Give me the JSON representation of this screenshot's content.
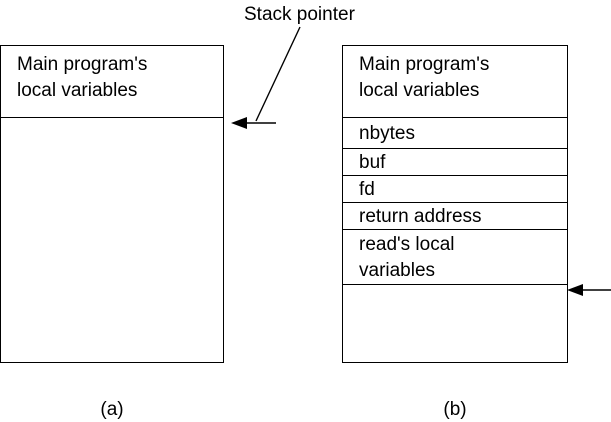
{
  "pointer_label": "Stack pointer",
  "stack_a": {
    "cells": [
      {
        "line1": "Main program's",
        "line2": "local variables"
      }
    ],
    "caption": "(a)"
  },
  "stack_b": {
    "cells": [
      {
        "line1": "Main program's",
        "line2": "local variables"
      },
      {
        "text": "nbytes"
      },
      {
        "text": "buf"
      },
      {
        "text": "fd"
      },
      {
        "text": "return address"
      },
      {
        "line1": "read's local",
        "line2": "variables"
      }
    ],
    "caption": "(b)"
  },
  "colors": {
    "line": "#000000",
    "background": "#ffffff"
  }
}
